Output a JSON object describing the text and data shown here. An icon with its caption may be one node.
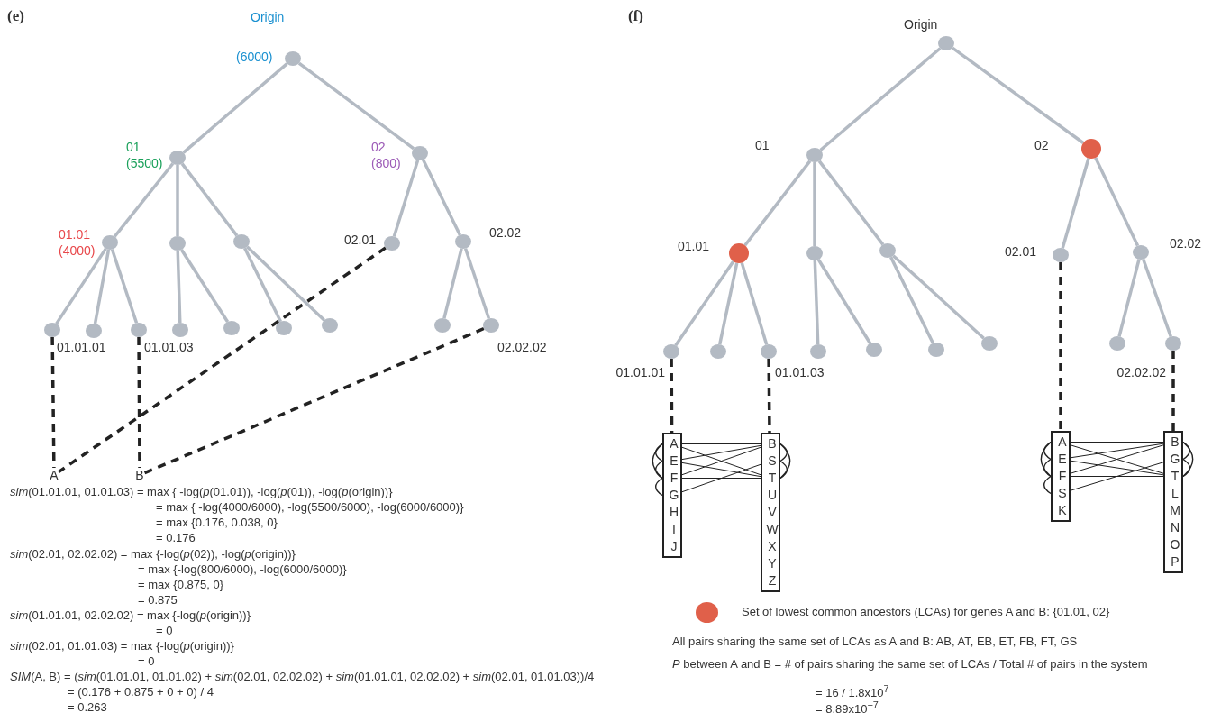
{
  "diagram": {
    "nodes": [
      {
        "text": [],
        "shape": "circle",
        "beside": [
          "Origin",
          "(6000)"
        ]
      },
      {
        "text": [],
        "shape": "circle",
        "beside": [
          "01",
          "(5500)"
        ]
      },
      {
        "text": [],
        "shape": "circle",
        "beside": [
          "02",
          "(800)"
        ]
      },
      {
        "text": [],
        "shape": "circle",
        "beside": [
          "01.01",
          "(4000)"
        ]
      },
      {
        "text": [],
        "shape": "circle"
      },
      {
        "text": [],
        "shape": "circle"
      },
      {
        "text": [],
        "shape": "circle",
        "beside": [
          "02.01"
        ]
      },
      {
        "text": [],
        "shape": "circle",
        "beside": [
          "02.02"
        ]
      },
      {
        "text": [],
        "shape": "circle",
        "beside": [
          "01.01.01"
        ]
      },
      {
        "text": [],
        "shape": "circle"
      },
      {
        "text": [],
        "shape": "circle",
        "beside": [
          "01.01.03"
        ]
      },
      {
        "text": [],
        "shape": "circle"
      },
      {
        "text": [],
        "shape": "circle"
      },
      {
        "text": [],
        "shape": "circle"
      },
      {
        "text": [],
        "shape": "circle"
      },
      {
        "text": [],
        "shape": "circle"
      },
      {
        "text": [],
        "shape": "circle",
        "beside": [
          "02.02.02"
        ]
      },
      {
        "text": [
          "A"
        ]
      },
      {
        "text": [
          "B"
        ]
      },
      {
        "text": [],
        "shape": "circle",
        "beside": [
          "Origin"
        ]
      },
      {
        "text": [],
        "shape": "circle",
        "beside": [
          "01"
        ]
      },
      {
        "text": [],
        "shape": "circle",
        "beside": [
          "02"
        ]
      },
      {
        "text": [],
        "shape": "circle",
        "beside": [
          "01.01"
        ]
      },
      {
        "text": [],
        "shape": "circle"
      },
      {
        "text": [],
        "shape": "circle"
      },
      {
        "text": [],
        "shape": "circle",
        "beside": [
          "02.01"
        ]
      },
      {
        "text": [],
        "shape": "circle",
        "beside": [
          "02.02"
        ]
      },
      {
        "text": [],
        "shape": "circle",
        "beside": [
          "01.01.01"
        ]
      },
      {
        "text": [],
        "shape": "circle"
      },
      {
        "text": [],
        "shape": "circle",
        "beside": [
          "01.01.03"
        ]
      },
      {
        "text": [],
        "shape": "circle"
      },
      {
        "text": [],
        "shape": "circle"
      },
      {
        "text": [],
        "shape": "circle"
      },
      {
        "text": [],
        "shape": "circle"
      },
      {
        "text": [],
        "shape": "circle"
      },
      {
        "text": [],
        "shape": "circle",
        "beside": [
          "02.02.02"
        ]
      },
      {
        "text": [],
        "shape": "box"
      },
      {
        "text": [
          "A"
        ],
        "in": 36
      },
      {
        "text": [
          "E"
        ],
        "in": 36
      },
      {
        "text": [
          "F"
        ],
        "in": 36
      },
      {
        "text": [
          "G"
        ],
        "in": 36
      },
      {
        "text": [
          "H"
        ],
        "in": 36
      },
      {
        "text": [
          "I"
        ],
        "in": 36
      },
      {
        "text": [
          "J"
        ],
        "in": 36
      },
      {
        "text": [],
        "shape": "box"
      },
      {
        "text": [
          "B"
        ],
        "in": 44
      },
      {
        "text": [
          "S"
        ],
        "in": 44
      },
      {
        "text": [
          "T"
        ],
        "in": 44
      },
      {
        "text": [
          "U"
        ],
        "in": 44
      },
      {
        "text": [
          "V"
        ],
        "in": 44
      },
      {
        "text": [
          "W"
        ],
        "in": 44
      },
      {
        "text": [
          "X"
        ],
        "in": 44
      },
      {
        "text": [
          "Y"
        ],
        "in": 44
      },
      {
        "text": [
          "Z"
        ],
        "in": 44
      },
      {
        "text": [],
        "shape": "box"
      },
      {
        "text": [
          "A"
        ],
        "in": 54
      },
      {
        "text": [
          "E"
        ],
        "in": 54
      },
      {
        "text": [
          "F"
        ],
        "in": 54
      },
      {
        "text": [
          "S"
        ],
        "in": 54
      },
      {
        "text": [
          "K"
        ],
        "in": 54
      },
      {
        "text": [],
        "shape": "box"
      },
      {
        "text": [
          "B"
        ],
        "in": 60
      },
      {
        "text": [
          "G"
        ],
        "in": 60
      },
      {
        "text": [
          "T"
        ],
        "in": 60
      },
      {
        "text": [
          "L"
        ],
        "in": 60
      },
      {
        "text": [
          "M"
        ],
        "in": 60
      },
      {
        "text": [
          "N"
        ],
        "in": 60
      },
      {
        "text": [
          "O"
        ],
        "in": 60
      },
      {
        "text": [
          "P"
        ],
        "in": 60
      }
    ],
    "edges": [
      {
        "from": 0,
        "to": 1,
        "arrow": "none",
        "color": "#b3bac3"
      },
      {
        "from": 0,
        "to": 2,
        "arrow": "none",
        "color": "#b3bac3"
      },
      {
        "from": 1,
        "to": 3,
        "arrow": "none",
        "color": "#b3bac3"
      },
      {
        "from": 1,
        "to": 4,
        "arrow": "none",
        "color": "#b3bac3"
      },
      {
        "from": 1,
        "to": 5,
        "arrow": "none",
        "color": "#b3bac3"
      },
      {
        "from": 2,
        "to": 6,
        "arrow": "none",
        "color": "#b3bac3"
      },
      {
        "from": 2,
        "to": 7,
        "arrow": "none",
        "color": "#b3bac3"
      },
      {
        "from": 3,
        "to": 8,
        "arrow": "none",
        "color": "#b3bac3"
      },
      {
        "from": 3,
        "to": 9,
        "arrow": "none",
        "color": "#b3bac3"
      },
      {
        "from": 3,
        "to": 10,
        "arrow": "none",
        "color": "#b3bac3"
      },
      {
        "from": 4,
        "to": 11,
        "arrow": "none",
        "color": "#b3bac3"
      },
      {
        "from": 4,
        "to": 12,
        "arrow": "none",
        "color": "#b3bac3"
      },
      {
        "from": 5,
        "to": 13,
        "arrow": "none",
        "color": "#b3bac3"
      },
      {
        "from": 5,
        "to": 14,
        "arrow": "none",
        "color": "#b3bac3"
      },
      {
        "from": 7,
        "to": 15,
        "arrow": "none",
        "color": "#b3bac3"
      },
      {
        "from": 7,
        "to": 16,
        "arrow": "none",
        "color": "#b3bac3"
      },
      {
        "from": 8,
        "to": 17,
        "arrow": "none",
        "style": "dashed"
      },
      {
        "from": 6,
        "to": 17,
        "arrow": "none",
        "style": "dashed"
      },
      {
        "from": 10,
        "to": 18,
        "arrow": "none",
        "style": "dashed"
      },
      {
        "from": 16,
        "to": 18,
        "arrow": "none",
        "style": "dashed"
      },
      {
        "from": 19,
        "to": 20,
        "arrow": "none",
        "color": "#b3bac3"
      },
      {
        "from": 19,
        "to": 21,
        "arrow": "none",
        "color": "#b3bac3"
      },
      {
        "from": 20,
        "to": 22,
        "arrow": "none",
        "color": "#b3bac3"
      },
      {
        "from": 20,
        "to": 23,
        "arrow": "none",
        "color": "#b3bac3"
      },
      {
        "from": 20,
        "to": 24,
        "arrow": "none",
        "color": "#b3bac3"
      },
      {
        "from": 21,
        "to": 25,
        "arrow": "none",
        "color": "#b3bac3"
      },
      {
        "from": 21,
        "to": 26,
        "arrow": "none",
        "color": "#b3bac3"
      },
      {
        "from": 22,
        "to": 27,
        "arrow": "none",
        "color": "#b3bac3"
      },
      {
        "from": 22,
        "to": 28,
        "arrow": "none",
        "color": "#b3bac3"
      },
      {
        "from": 22,
        "to": 29,
        "arrow": "none",
        "color": "#b3bac3"
      },
      {
        "from": 23,
        "to": 30,
        "arrow": "none",
        "color": "#b3bac3"
      },
      {
        "from": 23,
        "to": 31,
        "arrow": "none",
        "color": "#b3bac3"
      },
      {
        "from": 24,
        "to": 32,
        "arrow": "none",
        "color": "#b3bac3"
      },
      {
        "from": 24,
        "to": 33,
        "arrow": "none",
        "color": "#b3bac3"
      },
      {
        "from": 26,
        "to": 34,
        "arrow": "none",
        "color": "#b3bac3"
      },
      {
        "from": 26,
        "to": 35,
        "arrow": "none",
        "color": "#b3bac3"
      },
      {
        "from": 27,
        "to": 36,
        "arrow": "none",
        "style": "dashed"
      },
      {
        "from": 29,
        "to": 44,
        "arrow": "none",
        "style": "dashed"
      },
      {
        "from": 25,
        "to": 54,
        "arrow": "none",
        "style": "dashed"
      },
      {
        "from": 35,
        "to": 60,
        "arrow": "none",
        "style": "dashed"
      },
      {
        "from": 37,
        "to": 45,
        "arrow": "none"
      },
      {
        "from": 37,
        "to": 47,
        "arrow": "none"
      },
      {
        "from": 38,
        "to": 45,
        "arrow": "none"
      },
      {
        "from": 38,
        "to": 47,
        "arrow": "none"
      },
      {
        "from": 39,
        "to": 45,
        "arrow": "none"
      },
      {
        "from": 39,
        "to": 47,
        "arrow": "none"
      },
      {
        "from": 40,
        "to": 46,
        "arrow": "none"
      },
      {
        "from": 37,
        "to": 38,
        "arrow": "none"
      },
      {
        "from": 38,
        "to": 39,
        "arrow": "none"
      },
      {
        "from": 39,
        "to": 40,
        "arrow": "none"
      },
      {
        "from": 37,
        "to": 39,
        "arrow": "none"
      },
      {
        "from": 45,
        "to": 46,
        "arrow": "none"
      },
      {
        "from": 46,
        "to": 47,
        "arrow": "none"
      },
      {
        "from": 45,
        "to": 47,
        "arrow": "none"
      },
      {
        "from": 55,
        "to": 61,
        "arrow": "none"
      },
      {
        "from": 55,
        "to": 63,
        "arrow": "none"
      },
      {
        "from": 56,
        "to": 61,
        "arrow": "none"
      },
      {
        "from": 56,
        "to": 63,
        "arrow": "none"
      },
      {
        "from": 57,
        "to": 61,
        "arrow": "none"
      },
      {
        "from": 57,
        "to": 63,
        "arrow": "none"
      },
      {
        "from": 58,
        "to": 62,
        "arrow": "none"
      },
      {
        "from": 55,
        "to": 56,
        "arrow": "none"
      },
      {
        "from": 56,
        "to": 57,
        "arrow": "none"
      },
      {
        "from": 57,
        "to": 58,
        "arrow": "none"
      },
      {
        "from": 55,
        "to": 57,
        "arrow": "none"
      },
      {
        "from": 61,
        "to": 62,
        "arrow": "none"
      },
      {
        "from": 62,
        "to": 63,
        "arrow": "none"
      },
      {
        "from": 61,
        "to": 63,
        "arrow": "none"
      }
    ],
    "labels": [
      "(e)",
      "(f)",
      "*sim*(01.01.01, 01.01.03) = max { -log(*p*(01.01)), -log(*p*(01)), -log(*p*(origin))}",
      "= max { -log(4000/6000), -log(5500/6000), -log(6000/6000)}",
      "= max {0.176, 0.038, 0}",
      "= 0.176",
      "*sim*(02.01, 02.02.02) = max {-log(*p*(02)), -log(*p*(origin))}",
      "= max {-log(800/6000), -log(6000/6000)}",
      "= max {0.875, 0}",
      "= 0.875",
      "*sim*(01.01.01, 02.02.02) = max {-log(*p*(origin))}",
      "= 0",
      "*sim*(02.01, 01.01.03) = max {-log(*p*(origin))}",
      "= 0",
      "*SIM*(A, B) = (*sim*(01.01.01, 01.01.02) + *sim*(02.01, 02.02.02) + *sim*(01.01.01, 02.02.02) + *sim*(02.01, 01.01.03))/4",
      "= (0.176 + 0.875 + 0 + 0) / 4",
      "= 0.263",
      "All pairs sharing the same set of LCAs as A and B: AB, AT, EB, ET, FB, FT, GS",
      "*P* between A and B = # of pairs sharing the same set of LCAs / Total # of pairs in the system",
      "= 16 / 1.8x10$^{7}$",
      "= 8.89x10$^{−7}$"
    ],
    "legend": [
      {
        "text": "Set of lowest common ancestors (LCAs) for genes A and B: {01.01, 02}",
        "color": "#e0604a"
      }
    ]
  }
}
